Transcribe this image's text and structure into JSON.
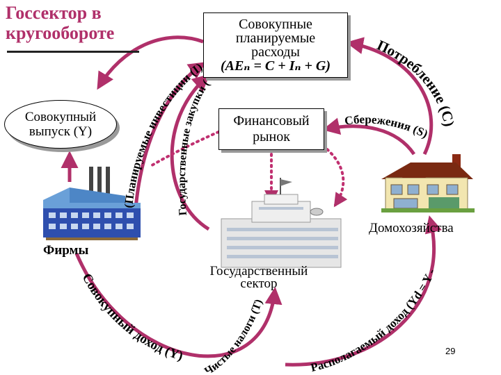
{
  "title": {
    "line1": "Госсектор в",
    "line2": "кругообороте"
  },
  "boxes": {
    "aggregate_expenditure": {
      "line1": "Совокупные",
      "line2": "планируемые",
      "line3": "расходы",
      "formula": "(AEₙ = C + Iₙ + G)"
    },
    "financial_market": {
      "line1": "Финансовый",
      "line2": "рынок"
    },
    "aggregate_output": {
      "line1": "Совокупный",
      "line2": "выпуск (Y)"
    }
  },
  "actors": {
    "firms": "Фирмы",
    "households": "Домохозяйства",
    "government": {
      "line1": "Государственный",
      "line2": "сектор"
    }
  },
  "flows": {
    "planned_investment": "(Планируемые инвестиции (I)",
    "government_purchases": "Государственные закупки (G)",
    "consumption": "Потребление (C)",
    "savings": "Сбережения (S)",
    "aggregate_income": "Совокупный доход (Y)",
    "net_taxes": "Чистые налоги (T)",
    "disposable_income": "Располагаемый доход (Yd = Y - T)"
  },
  "page_number": "29",
  "colors": {
    "arrow": "#b0306a",
    "title": "#b0306a",
    "dotted": "#c03070",
    "text": "#000000"
  }
}
